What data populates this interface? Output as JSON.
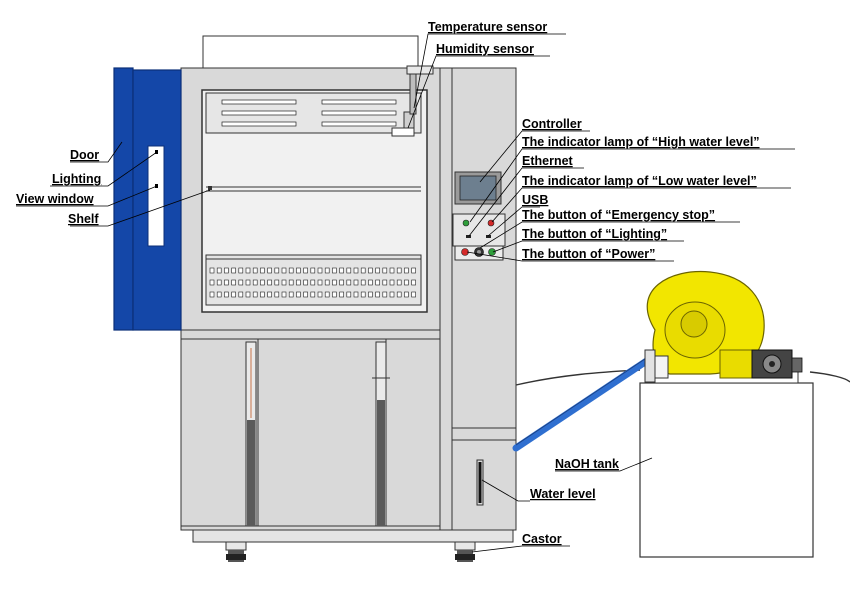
{
  "labels": {
    "temperature_sensor": "Temperature sensor",
    "humidity_sensor": "Humidity sensor",
    "controller": "Controller",
    "high_water_lamp": "The indicator lamp of “High water level”",
    "ethernet": "Ethernet",
    "low_water_lamp": "The indicator lamp of “Low water level”",
    "usb": "USB",
    "emergency_stop": "The button of “Emergency stop”",
    "lighting_button": "The button of “Lighting”",
    "power_button": "The button of “Power”",
    "door": "Door",
    "lighting": "Lighting",
    "view_window": "View window",
    "shelf": "Shelf",
    "naoh_tank": "NaOH tank",
    "water_level": "Water level",
    "castor": "Castor"
  },
  "colors": {
    "door_blue": "#1447a8",
    "door_edge": "#0b2f78",
    "cabinet_gray": "#d9d9d9",
    "fan_yellow": "#f2e600",
    "pipe_blue": "#2f6fd0",
    "indicator_green": "#2e9e3a",
    "indicator_red": "#d42a2a",
    "screen": "#6d7f8f"
  }
}
